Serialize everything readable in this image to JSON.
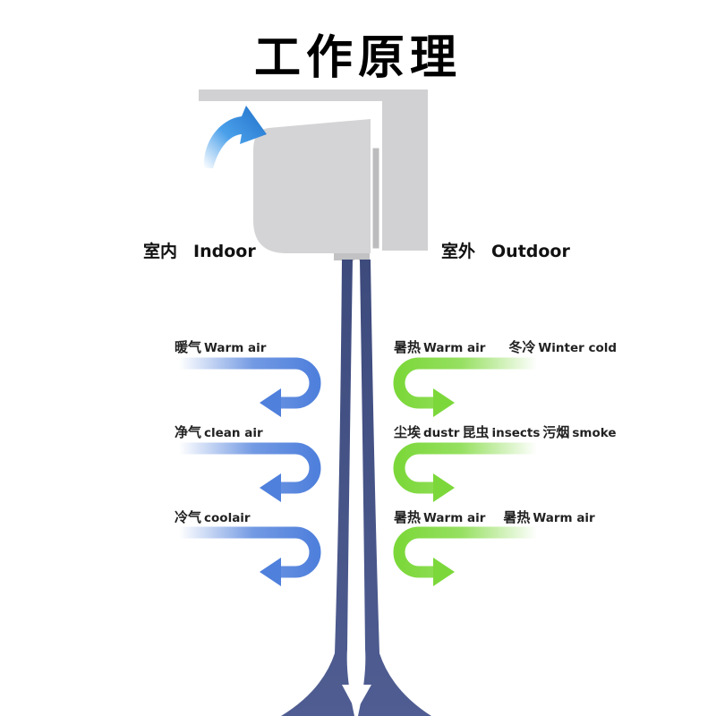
{
  "title": "工作原理",
  "indoor": {
    "cn": "室内",
    "en": "Indoor"
  },
  "outdoor": {
    "cn": "室外",
    "en": "Outdoor"
  },
  "indoor_flows": [
    {
      "cn": "暖气",
      "en": "Warm air"
    },
    {
      "cn": "净气",
      "en": "clean air"
    },
    {
      "cn": "冷气",
      "en": "coolair"
    }
  ],
  "outdoor_flows": [
    {
      "a_cn": "暑热",
      "a_en": "Warm air",
      "b_cn": "冬冷",
      "b_en": "Winter cold"
    },
    {
      "a_cn": "尘埃",
      "a_en": "dustr",
      "b_cn": "昆虫",
      "b_en": "insects",
      "c_cn": "污烟",
      "c_en": "smoke"
    },
    {
      "a_cn": "暑热",
      "a_en": "Warm air",
      "b_cn": "暑热",
      "b_en": "Warm air"
    }
  ],
  "colors": {
    "indoor_arrow": "#4f80dc",
    "outdoor_arrow": "#7cd83a",
    "door_panel": "#4a5585",
    "unit_body": "#d4d4d6",
    "intake_arrow": "#2f7fd6"
  }
}
